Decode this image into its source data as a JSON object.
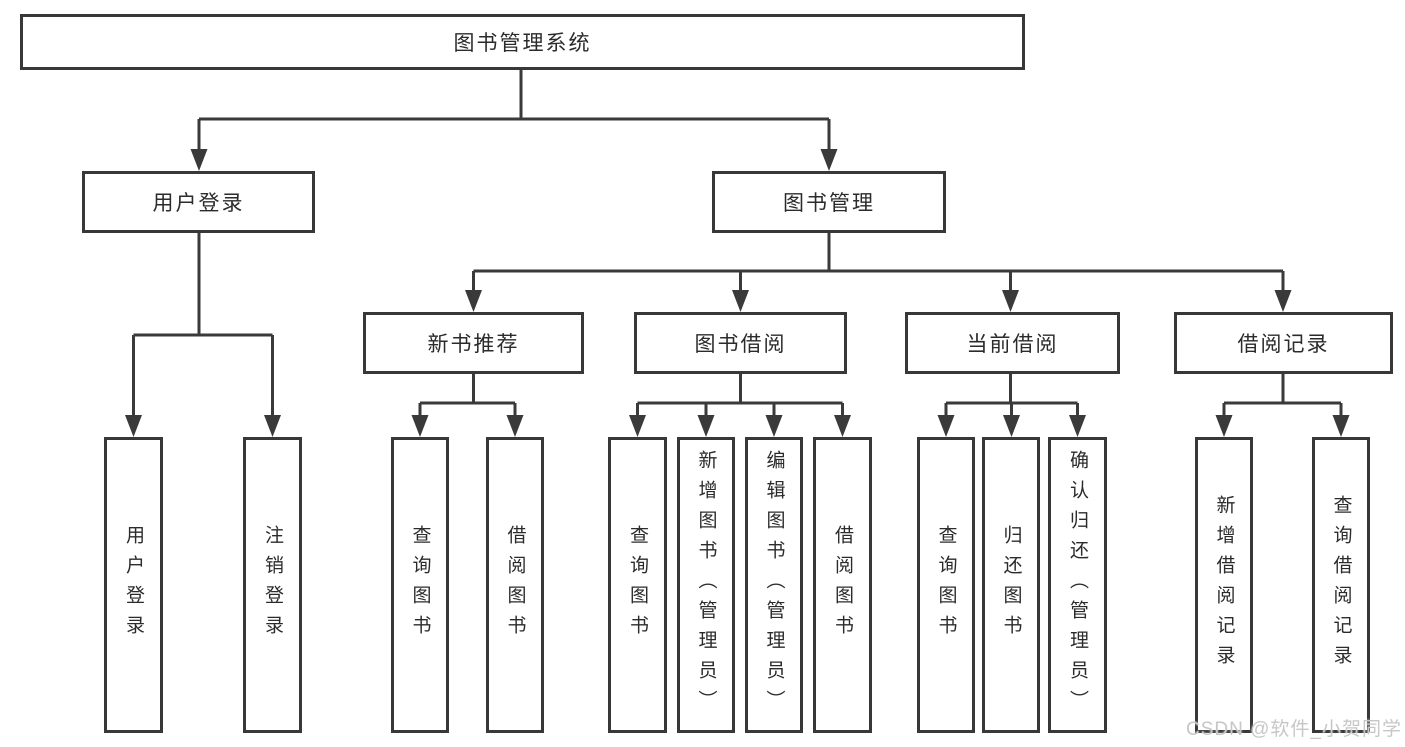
{
  "root": {
    "label": "图书管理系统"
  },
  "branches": [
    {
      "label": "用户登录",
      "children": [
        {
          "label": "用户登录"
        },
        {
          "label": "注销登录"
        }
      ]
    },
    {
      "label": "图书管理",
      "children": [
        {
          "label": "新书推荐",
          "children": [
            {
              "label": "查询图书"
            },
            {
              "label": "借阅图书"
            }
          ]
        },
        {
          "label": "图书借阅",
          "children": [
            {
              "label": "查询图书"
            },
            {
              "label": "新增图书（管理员）"
            },
            {
              "label": "编辑图书（管理员）"
            },
            {
              "label": "借阅图书"
            }
          ]
        },
        {
          "label": "当前借阅",
          "children": [
            {
              "label": "查询图书"
            },
            {
              "label": "归还图书"
            },
            {
              "label": "确认归还（管理员）"
            }
          ]
        },
        {
          "label": "借阅记录",
          "children": [
            {
              "label": "新增借阅记录"
            },
            {
              "label": "查询借阅记录"
            }
          ]
        }
      ]
    }
  ],
  "watermark": {
    "text": "CSDN @软件_小贺同学"
  },
  "colors": {
    "line": "#3a3a3a",
    "box_border": "#383838",
    "text": "#2b2b2b",
    "watermark": "#c7c7c7",
    "background": "#ffffff"
  }
}
